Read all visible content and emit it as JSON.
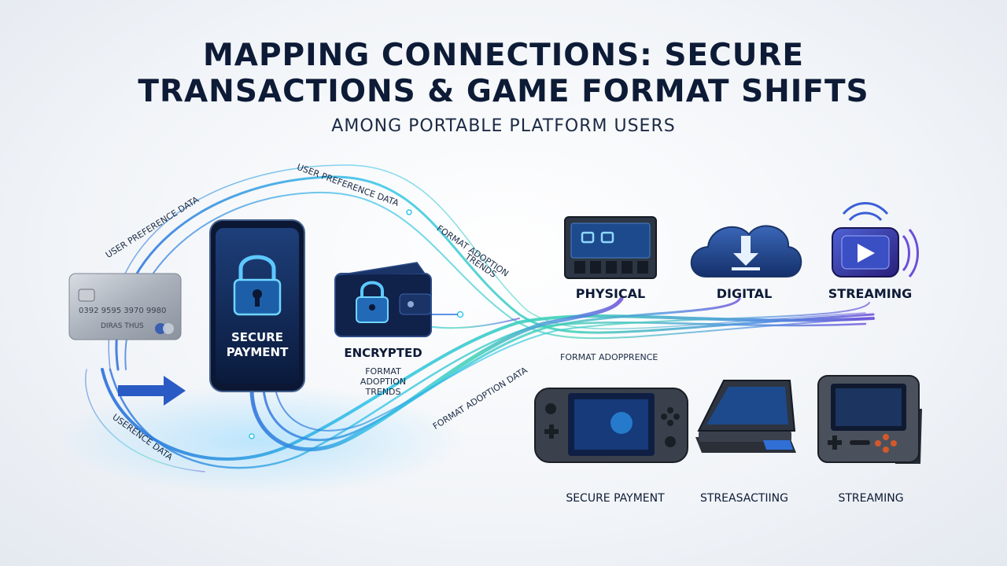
{
  "title_line1": "MAPPING CONNECTIONS: SECURE",
  "title_line2": "TRANSACTIONS & GAME FORMAT SHIFTS",
  "subtitle": "AMONG PORTABLE PLATFORM USERS",
  "phone_label_1": "SECURE",
  "phone_label_2": "PAYMENT",
  "wallet_label": "ENCRYPTED",
  "wallet_sub_1": "FORMAT",
  "wallet_sub_2": "ADOPTION",
  "wallet_sub_3": "TRENDS",
  "flow_labels": {
    "user_pref_left": "USER PREFERENCE DATA",
    "user_pref_top": "USER PREFERENCE DATA",
    "format_trends_1": "FORMAT ADOPTION",
    "format_trends_2": "TRENDS",
    "format_adoption_data": "FORMAT ADOPTION DATA",
    "format_adopprence": "FORMAT ADOPPRENCE",
    "userence_data": "USERENCE DATA"
  },
  "card": {
    "number": "0392 9595 3970 9980",
    "holder": "DIRAS THUS"
  },
  "formats": [
    {
      "label": "PHYSICAL",
      "icon": "cartridge-icon"
    },
    {
      "label": "DIGITAL",
      "icon": "cloud-download-icon"
    },
    {
      "label": "STREAMING",
      "icon": "streaming-play-icon"
    }
  ],
  "devices": [
    {
      "label": "SECURE PAYMENT",
      "icon": "handheld-console-icon"
    },
    {
      "label": "STREASACTIING",
      "icon": "tablet-device-icon"
    },
    {
      "label": "STREAMING",
      "icon": "retro-handheld-icon"
    }
  ],
  "colors": {
    "navy": "#0d1b36",
    "blue": "#2a6fdb",
    "cyan": "#36c6e8",
    "teal": "#3fd1b5",
    "purple": "#6a4fd8"
  }
}
